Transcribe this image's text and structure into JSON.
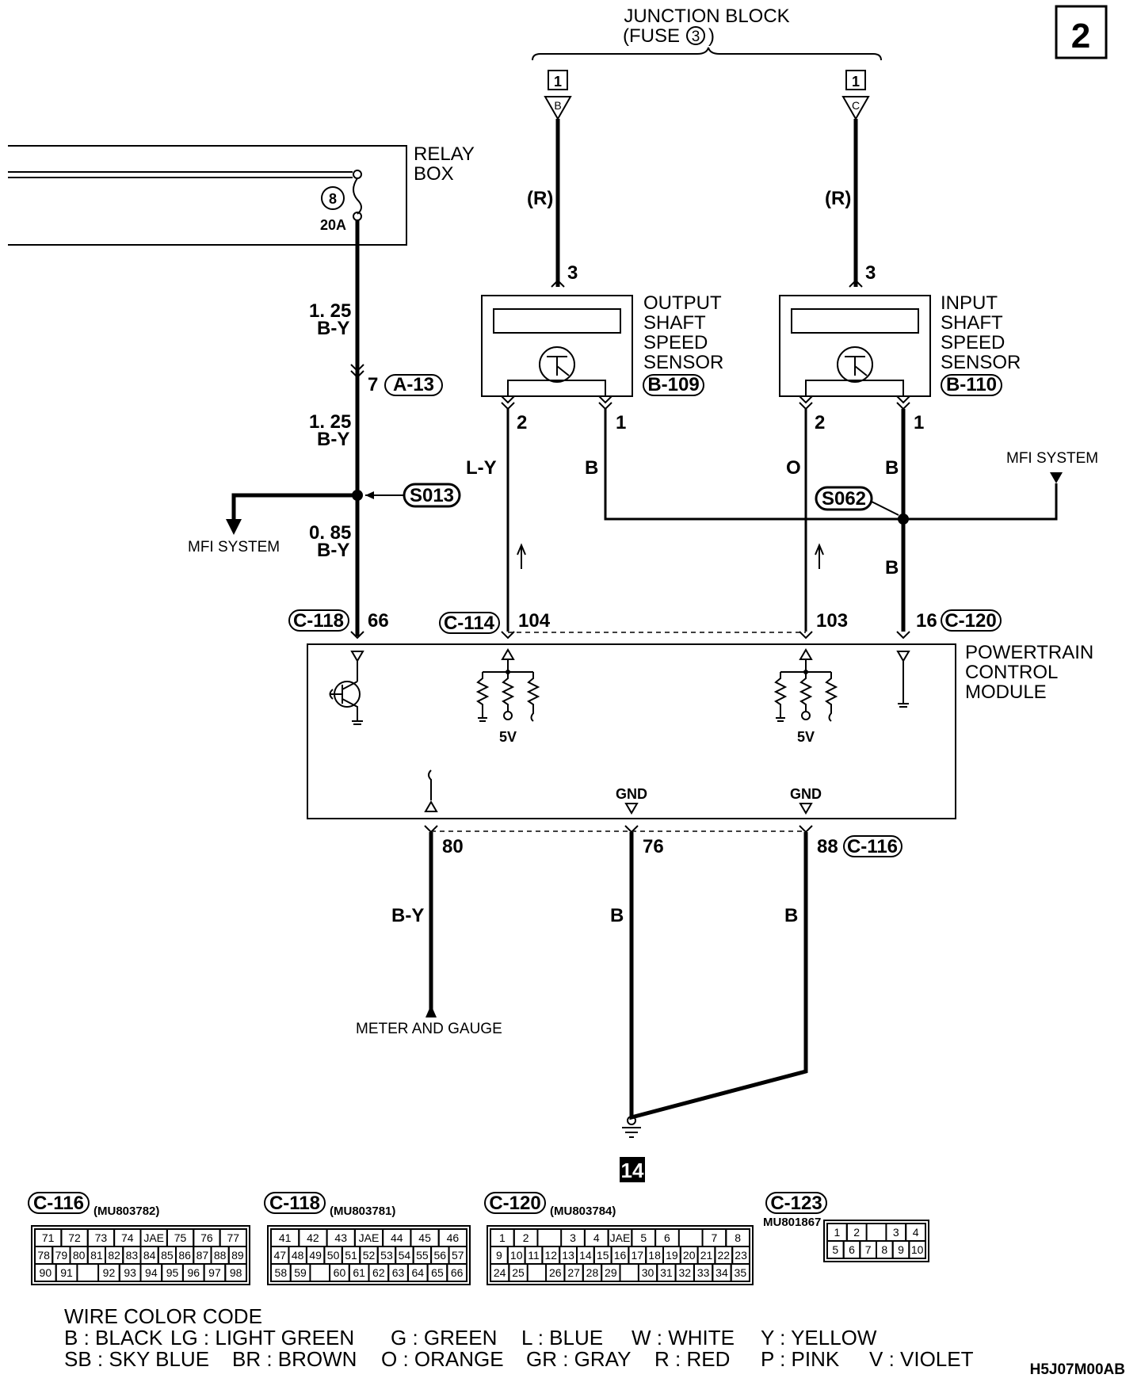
{
  "sheet_number": "2",
  "junction_block": {
    "line1": "JUNCTION BLOCK",
    "line2": "(FUSE",
    "fuse": "3",
    "close": ")"
  },
  "jb_terminal_left": {
    "num": "1",
    "letter": "B"
  },
  "jb_terminal_right": {
    "num": "1",
    "letter": "C"
  },
  "relay_box": {
    "line1": "RELAY",
    "line2": "BOX",
    "fuse_num": "8",
    "fuse_rating": "20A"
  },
  "wire_labels": {
    "r_left": "(R)",
    "r_right": "(R)",
    "w1": "1. 25",
    "w1c": "B-Y",
    "w2": "1. 25",
    "w2c": "B-Y",
    "w3": "0. 85",
    "w3c": "B-Y",
    "ly": "L-Y",
    "b1": "B",
    "o": "O",
    "b2": "B",
    "b3": "B",
    "by_meter": "B-Y",
    "b_76": "B",
    "b_88": "B"
  },
  "connectors": {
    "a13_pin": "7",
    "a13": "A-13",
    "s013": "S013",
    "s062": "S062",
    "c118": "C-118",
    "c118_pin": "66",
    "c114": "C-114",
    "c114_pin1": "104",
    "c114_pin2": "103",
    "c120": "C-120",
    "c120_pin": "16",
    "c116": "C-116",
    "c116_pin1": "80",
    "c116_pin2": "76",
    "c116_pin3": "88"
  },
  "sensors": {
    "output": {
      "line1": "OUTPUT",
      "line2": "SHAFT",
      "line3": "SPEED",
      "line4": "SENSOR",
      "conn": "B-109",
      "pin_top": "3",
      "pin_a": "2",
      "pin_b": "1"
    },
    "input": {
      "line1": "INPUT",
      "line2": "SHAFT",
      "line3": "SPEED",
      "line4": "SENSOR",
      "conn": "B-110",
      "pin_top": "3",
      "pin_a": "2",
      "pin_b": "1"
    }
  },
  "destinations": {
    "mfi_left": "MFI SYSTEM",
    "mfi_right": "MFI SYSTEM",
    "meter": "METER AND GAUGE"
  },
  "pcm": {
    "line1": "POWERTRAIN",
    "line2": "CONTROL",
    "line3": "MODULE",
    "v1": "5V",
    "v2": "5V",
    "gnd1": "GND",
    "gnd2": "GND"
  },
  "ground_num": "14",
  "connector_faces": [
    {
      "name": "C-116",
      "part": "(MU803782)",
      "rows": [
        [
          "71",
          "72",
          "73",
          "74",
          "JAE",
          "75",
          "76",
          "77"
        ],
        [
          "78",
          "79",
          "80",
          "81",
          "82",
          "83",
          "84",
          "85",
          "86",
          "87",
          "88",
          "89"
        ],
        [
          "90",
          "91",
          "",
          "92",
          "93",
          "94",
          "95",
          "96",
          "97",
          "98"
        ]
      ]
    },
    {
      "name": "C-118",
      "part": "(MU803781)",
      "rows": [
        [
          "41",
          "42",
          "43",
          "JAE",
          "44",
          "45",
          "46"
        ],
        [
          "47",
          "48",
          "49",
          "50",
          "51",
          "52",
          "53",
          "54",
          "55",
          "56",
          "57"
        ],
        [
          "58",
          "59",
          "",
          "60",
          "61",
          "62",
          "63",
          "64",
          "65",
          "66"
        ]
      ]
    },
    {
      "name": "C-120",
      "part": "(MU803784)",
      "rows": [
        [
          "1",
          "2",
          "",
          "3",
          "4",
          "JAE",
          "5",
          "6",
          "",
          "7",
          "8"
        ],
        [
          "9",
          "10",
          "11",
          "12",
          "13",
          "14",
          "15",
          "16",
          "17",
          "18",
          "19",
          "20",
          "21",
          "22",
          "23"
        ],
        [
          "24",
          "25",
          "",
          "26",
          "27",
          "28",
          "29",
          "",
          "30",
          "31",
          "32",
          "33",
          "34",
          "35"
        ]
      ]
    },
    {
      "name": "C-123",
      "part": "MU801867",
      "rows": [
        [
          "1",
          "2",
          "",
          "3",
          "4"
        ],
        [
          "5",
          "6",
          "7",
          "8",
          "9",
          "10"
        ]
      ]
    }
  ],
  "wire_color_code": {
    "title": "WIRE COLOR CODE",
    "row1": [
      "B : BLACK",
      "LG : LIGHT GREEN",
      "G : GREEN",
      "L : BLUE",
      "W : WHITE",
      "Y : YELLOW"
    ],
    "row2": [
      "SB : SKY BLUE",
      "BR : BROWN",
      "O : ORANGE",
      "GR : GRAY",
      "R : RED",
      "P : PINK",
      "V : VIOLET"
    ]
  },
  "drawing_code": "H5J07M00AB"
}
